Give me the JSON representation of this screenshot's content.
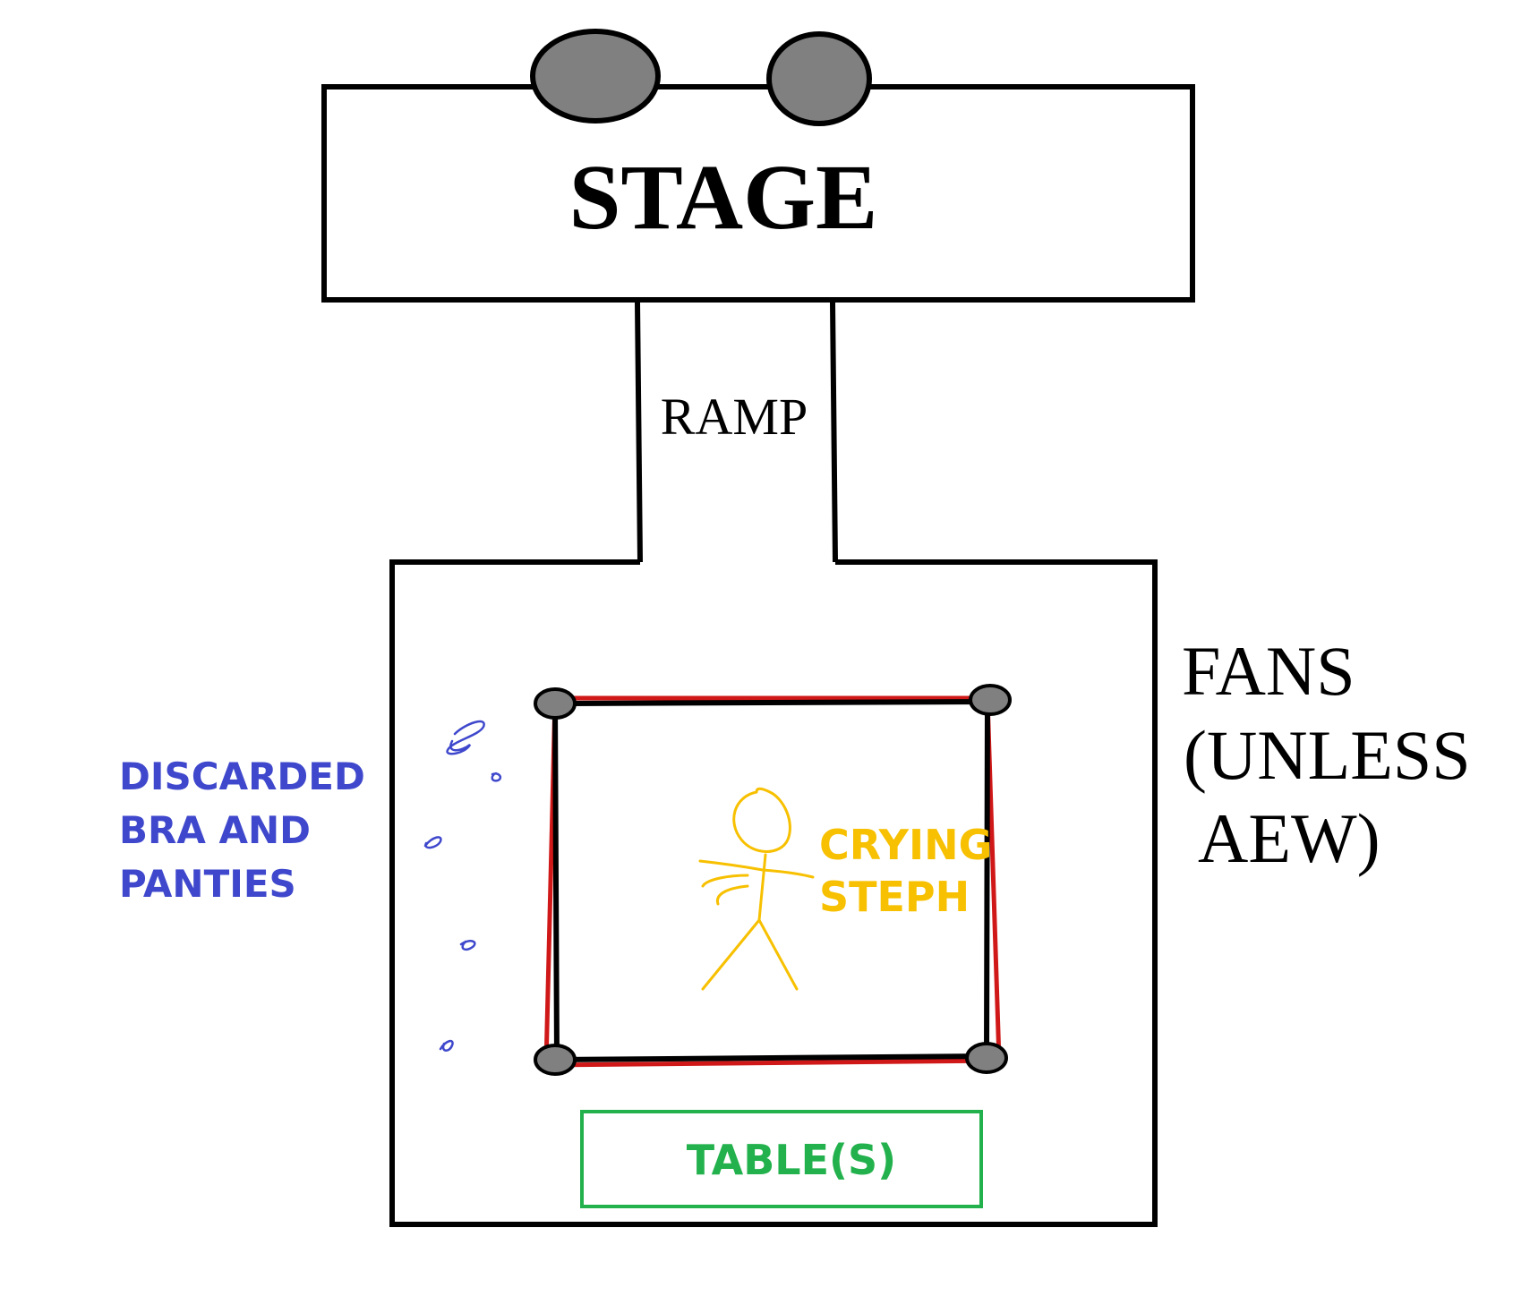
{
  "labels": {
    "stage": "STAGE",
    "ramp": "RAMP",
    "fans": [
      "FANS",
      "(UNLESS",
      "AEW)"
    ],
    "discarded": [
      "DISCARDED",
      "BRA AND",
      "PANTIES"
    ],
    "crying": [
      "CRYING",
      "STEPH"
    ],
    "tables": "TABLE(S)"
  },
  "colors": {
    "outline": "#000000",
    "speaker": "#808080",
    "ring_rope": "#d01818",
    "discarded": "#3f48cc",
    "crying": "#f7c000",
    "tables": "#22b14c"
  },
  "icons": [
    "speaker-icon",
    "turnbuckle-icon",
    "stick-figure-icon",
    "scribble-icon"
  ]
}
